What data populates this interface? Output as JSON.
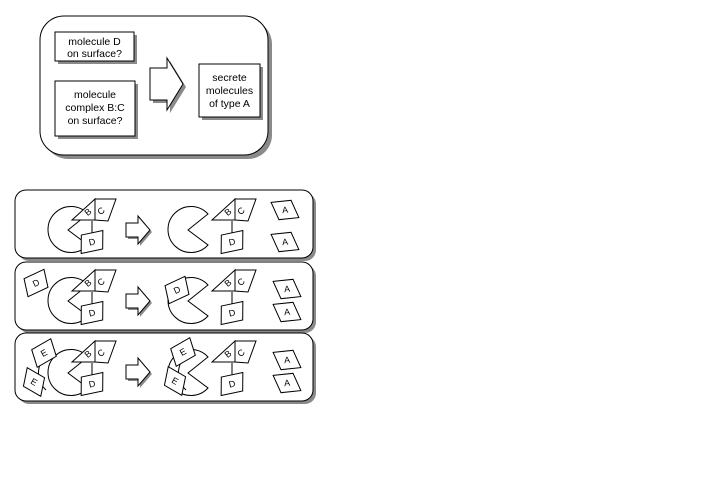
{
  "rule": {
    "condition_1": [
      "molecule D",
      "on surface?"
    ],
    "condition_2": [
      "molecule",
      "complex  B:C",
      "on surface?"
    ],
    "action": [
      "secrete",
      "molecules",
      "of type A"
    ]
  },
  "molecules": {
    "A": "A",
    "B": "B",
    "C": "C",
    "D": "D",
    "E": "E"
  },
  "colors": {
    "stroke": "#000000",
    "shadow": "#8a8a8a",
    "fill": "#ffffff"
  }
}
